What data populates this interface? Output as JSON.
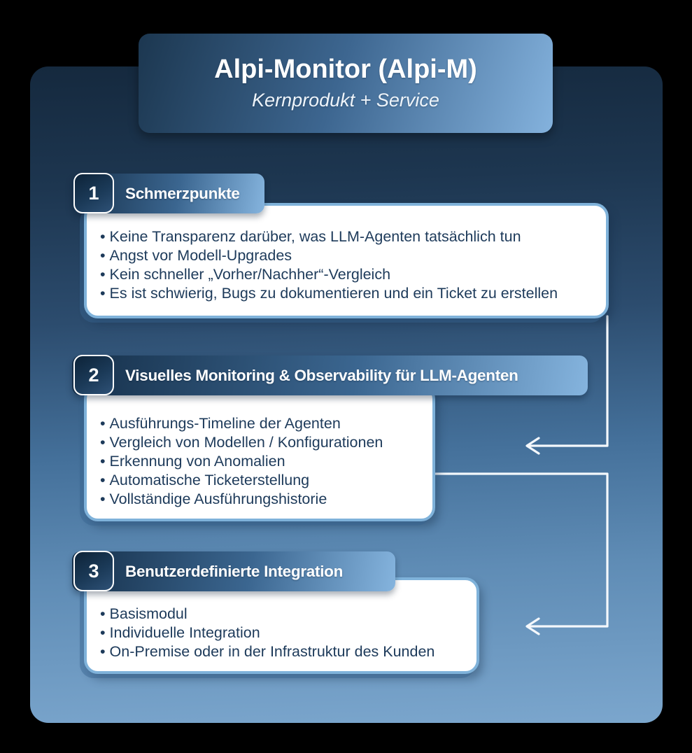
{
  "title_box": {
    "title": "Alpi-Monitor (Alpi-M)",
    "subtitle": "Kernprodukt + Service"
  },
  "sections": [
    {
      "number": "1",
      "heading": "Schmerzpunkte",
      "bullets": [
        "Keine Transparenz darüber, was LLM-Agenten tatsächlich tun",
        "Angst vor Modell-Upgrades",
        "Kein schneller „Vorher/Nachher“-Vergleich",
        "Es ist schwierig, Bugs zu dokumentieren und ein Ticket zu erstellen"
      ]
    },
    {
      "number": "2",
      "heading": "Visuelles Monitoring & Observability für LLM-Agenten",
      "bullets": [
        "Ausführungs-Timeline der Agenten",
        "Vergleich von Modellen / Konfigurationen",
        "Erkennung von Anomalien",
        "Automatische Ticketerstellung",
        "Vollständige Ausführungshistorie"
      ]
    },
    {
      "number": "3",
      "heading": "Benutzerdefinierte Integration",
      "bullets": [
        "Basismodul",
        "Individuelle Integration",
        "On-Premise oder in der Infrastruktur des Kunden"
      ]
    }
  ],
  "colors": {
    "outer_background": "#000000",
    "panel_top": "#15293e",
    "panel_bottom": "#7ba6cd",
    "header_gradient_dark": "#16304a",
    "header_gradient_light": "#85b4de",
    "badge_background": "#0d2338",
    "card_border": "#7fb2da",
    "card_background": "#ffffff",
    "card_shadow": "#386491",
    "bullet_text": "#1d3a5a",
    "heading_text": "#ffffff",
    "arrow": "#f4f8fc"
  }
}
